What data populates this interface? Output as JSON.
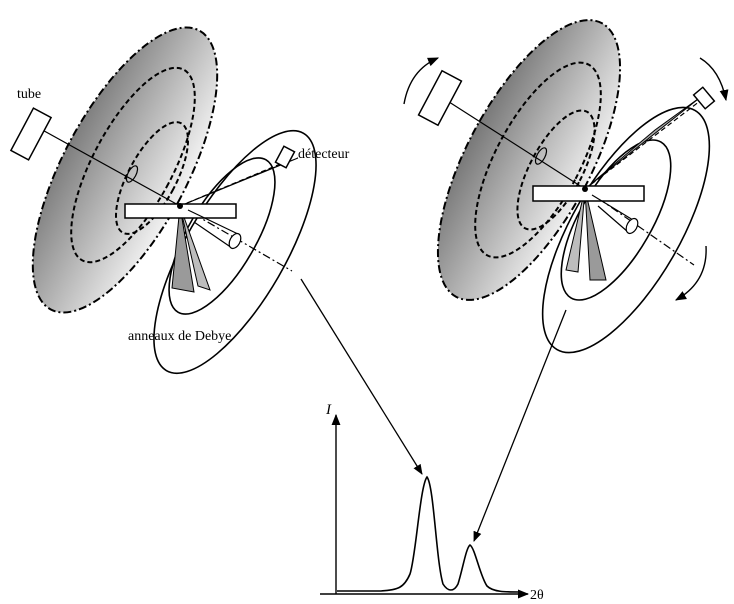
{
  "labels": {
    "tube": "tube",
    "detector": "détecteur",
    "rings": "anneaux de Debye",
    "y_axis": "I",
    "x_axis": "2θ"
  },
  "colors": {
    "ink": "#000000",
    "cone_dark": "#8a8a8a",
    "cone_light": "#f2f2f2",
    "background": "#ffffff"
  },
  "icons": {
    "rotation_arrows": "curved-arrow-icon",
    "axis_arrows": "arrowhead-icon"
  }
}
